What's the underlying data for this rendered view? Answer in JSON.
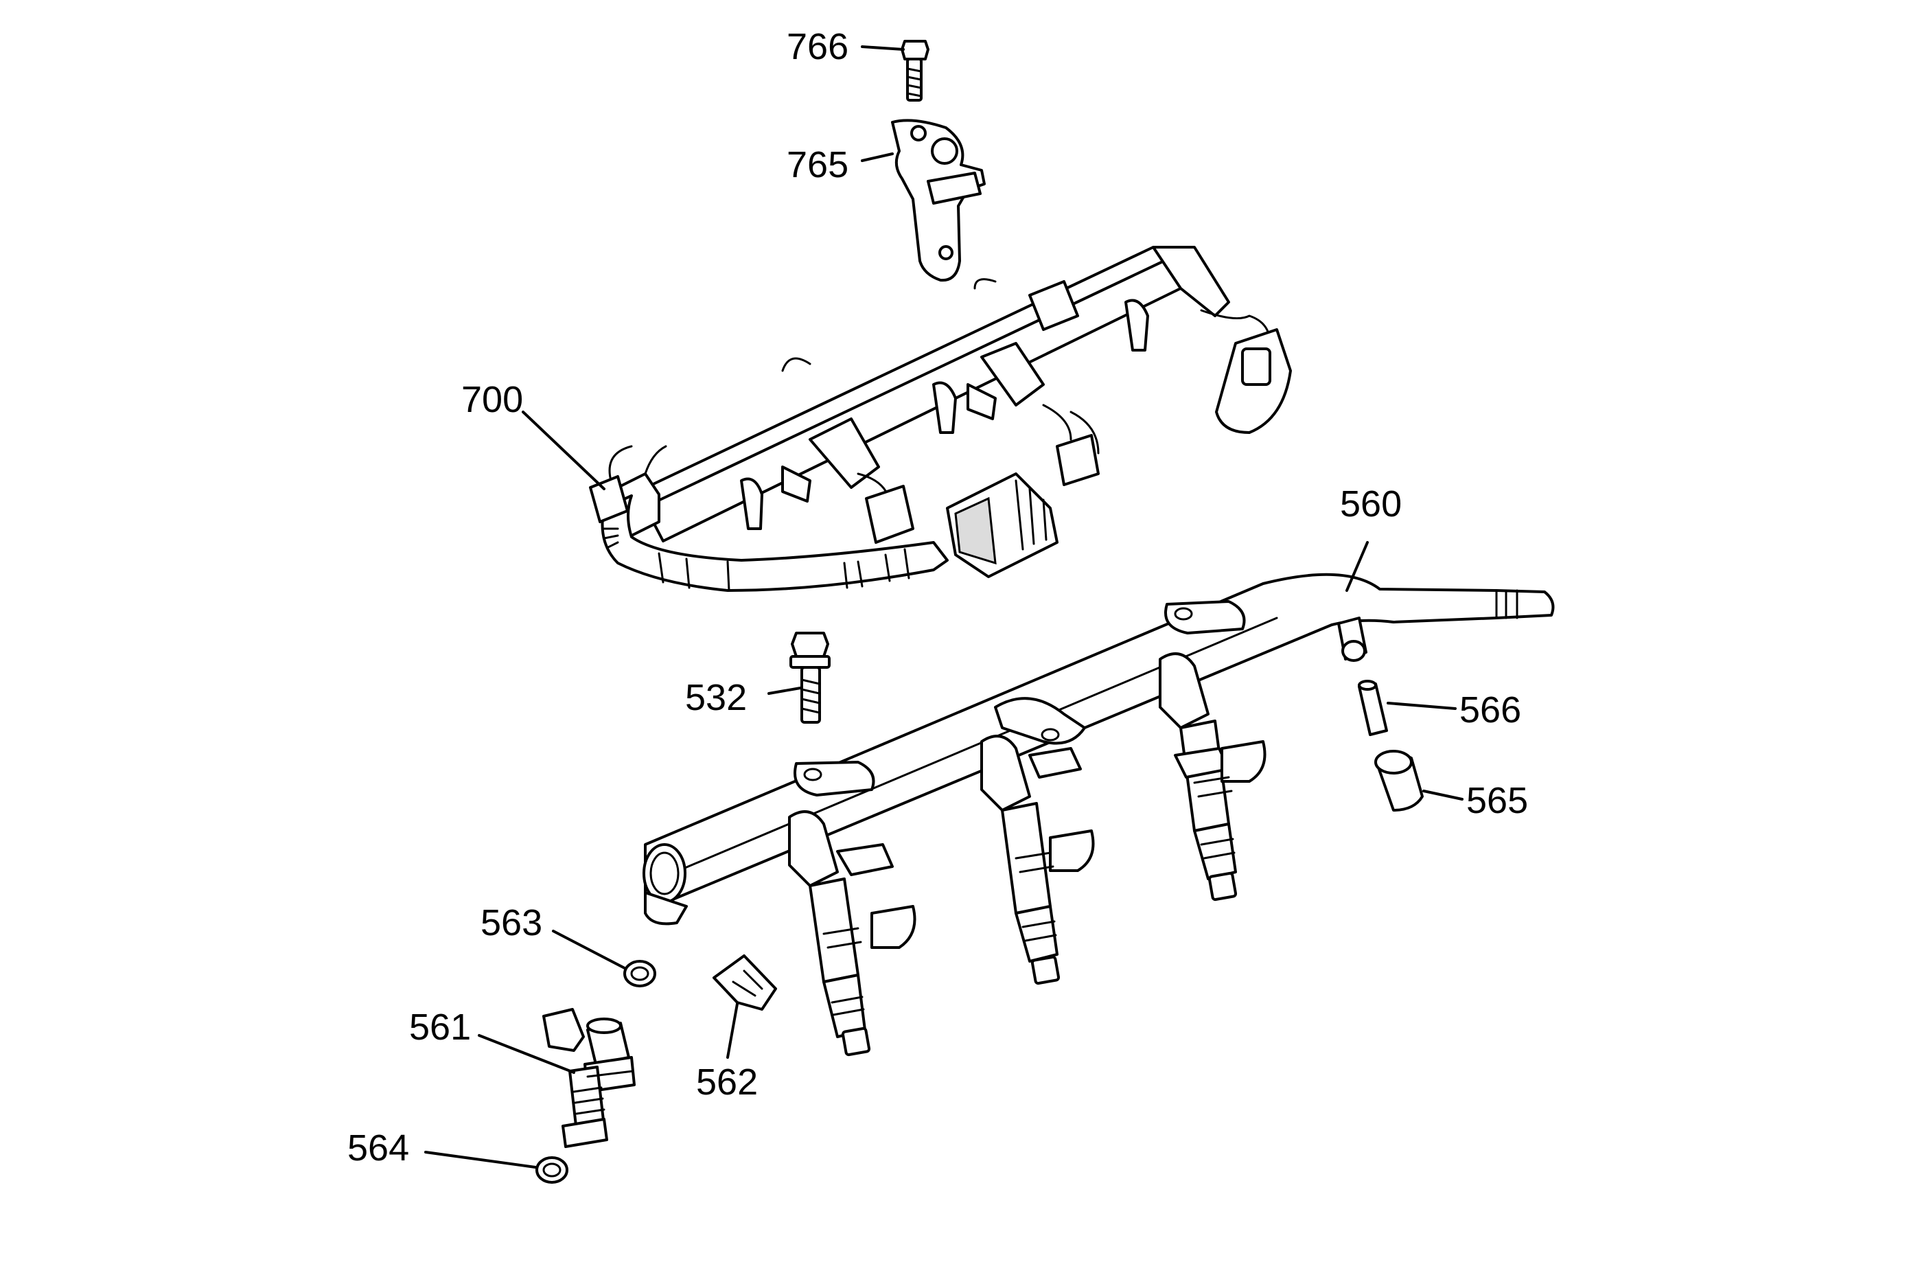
{
  "diagram": {
    "callouts": [
      {
        "id": "c766",
        "label": "766"
      },
      {
        "id": "c765",
        "label": "765"
      },
      {
        "id": "c700",
        "label": "700"
      },
      {
        "id": "c560",
        "label": "560"
      },
      {
        "id": "c532",
        "label": "532"
      },
      {
        "id": "c566",
        "label": "566"
      },
      {
        "id": "c565",
        "label": "565"
      },
      {
        "id": "c563",
        "label": "563"
      },
      {
        "id": "c561",
        "label": "561"
      },
      {
        "id": "c562",
        "label": "562"
      },
      {
        "id": "c564",
        "label": "564"
      }
    ],
    "line_color": "#000000",
    "background_color": "#ffffff"
  }
}
